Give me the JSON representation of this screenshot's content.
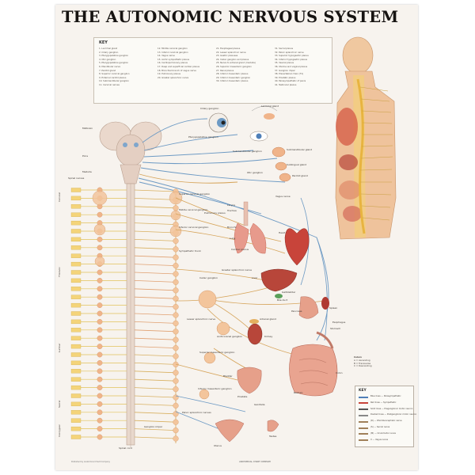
{
  "title": "THE AUTONOMIC NERVOUS SYSTEM",
  "key": {
    "heading": "KEY",
    "columns": [
      [
        "1. Lacrimal gland",
        "2. Ciliary ganglion",
        "3. Pterygopalatine ganglion",
        "4. Otic ganglion",
        "5. Pterygopalatine ganglion",
        "6. Mandibular nerve",
        "7. Parotid gland",
        "8. Superior cervical ganglion",
        "9. External carotid plexus",
        "10. Submandibular ganglion",
        "11. Cervical nerves"
      ],
      [
        "12. Middle cervical ganglion",
        "13. Inferior cervical ganglion",
        "14. Vagus nerve",
        "15. Aortic sympathetic plexus",
        "16. Cardiopulmonary plexus",
        "17. Deep and superficial cardiac plexus",
        "18. Bronchial branch of vagus nerve",
        "19. Pulmonary plexus",
        "20. Greater splanchnic nerve"
      ],
      [
        "21. Esophageal plexus",
        "22. Lesser splanchnic nerve",
        "23. Gastric plexuses",
        "24. Celiac ganglion and plexus",
        "25. Nerve to adrenal gland (medulla)",
        "26. Superior mesenteric ganglion",
        "27. Renal plexus",
        "28. Inferior mesenteric plexus",
        "29. Inferior mesenteric ganglion",
        "30. Inferior mesenteric plexus"
      ],
      [
        "31. Sacral plexus",
        "32. Pelvic splanchnic nerve",
        "33. Superior hypogastric plexus",
        "34. Inferior hypogastric plexus",
        "35. Vesical plexus",
        "36. Uterine and vaginal plexus",
        "37. Ganglion impar",
        "38. Prevertebral chain (T1)",
        "39. Prostatic plexus",
        "40. Parasympathetic of penis",
        "41. Testicular plexus"
      ]
    ]
  },
  "labels": {
    "midbrain": "Midbrain",
    "pons": "Pons",
    "medulla": "Medulla",
    "spinal_nerves": "Spinal nerves",
    "spinal_cord": "Spinal cord",
    "ciliary": "Ciliary ganglion",
    "lacrimal": "Lacrimal gland",
    "pterygo": "Pterygopalatine ganglion",
    "submand_g": "Submandibular ganglion",
    "submand_gl": "Submandibular gland",
    "subling": "Sublingual gland",
    "otic": "Otic ganglion",
    "parotid": "Parotid gland",
    "sup_cerv": "Superior cervical ganglion",
    "mid_cerv": "Middle cervical ganglion",
    "inf_cerv": "Inferior cervical ganglion",
    "pulm_plex": "Pulmonary plexus",
    "larynx": "Larynx",
    "trachea": "Trachea",
    "vagus": "Vagus nerve",
    "bronchi": "Bronchi",
    "lung": "Lung",
    "heart": "Heart",
    "cardiac": "Cardiac plexus",
    "greater_spl": "Greater splanchnic nerve",
    "liver": "Liver",
    "gall": "Gallbladder",
    "bile": "Bile duct",
    "spleen": "Spleen",
    "stomach": "Stomach",
    "pancreas": "Pancreas",
    "celiac": "Celiac ganglion",
    "lesser_spl": "Lesser splanchnic nerve",
    "adrenal": "Adrenal gland",
    "kidney": "Kidney",
    "aortic": "Aorticorenal ganglion",
    "sup_mes": "Superior mesenteric ganglion",
    "inf_mes": "Inferior mesenteric ganglion",
    "esoph": "Esophagus",
    "colon": "Colon",
    "rectum": "Rectum",
    "bladder": "Bladder",
    "prostate": "Prostate",
    "genitalia": "Genitalia",
    "testes": "Testes",
    "uterus": "Uterus",
    "pelvic_spl": "Pelvic splanchnic nerves",
    "ganglion_impar": "Ganglion impar",
    "sympathetic_trunk": "Sympathetic trunk"
  },
  "regions": [
    "Cervical",
    "Thoracic",
    "Lumbar",
    "Sacral",
    "Coccygeal"
  ],
  "color_key": {
    "heading": "Colors",
    "items": [
      "A = Ascending",
      "B = Transverse",
      "C = Descending"
    ]
  },
  "legend": {
    "heading": "KEY",
    "rows": [
      {
        "name": "Blue lines",
        "desc": "Parasympathetic",
        "color": "#4f7fb8"
      },
      {
        "name": "Red lines",
        "desc": "Sympathetic",
        "color": "#c8443a"
      },
      {
        "name": "Solid lines",
        "desc": "Preganglionic motor neuron",
        "color": "#555555"
      },
      {
        "name": "Dashed lines",
        "desc": "Postganglionic motor neuron",
        "color": "#888888"
      },
      {
        "name": "(R)",
        "desc": "Rhombencephalic nerve",
        "color": "#a0805a"
      },
      {
        "name": "(S)",
        "desc": "Sacral nerve",
        "color": "#a0805a"
      },
      {
        "name": "(M)",
        "desc": "Oculomotor nerve",
        "color": "#a0805a"
      },
      {
        "name": "X",
        "desc": "Vagus nerve",
        "color": "#a0805a"
      }
    ]
  },
  "footer": "Published by Anatomical Chart Company",
  "publisher": "ANATOMICAL CHART COMPANY",
  "colors": {
    "nerve_yellow": "#e2c25a",
    "nerve_orange": "#d99b5e",
    "ganglion": "#f0b48a",
    "organ_red": "#c8443a",
    "organ_pink": "#e6a08a"
  }
}
